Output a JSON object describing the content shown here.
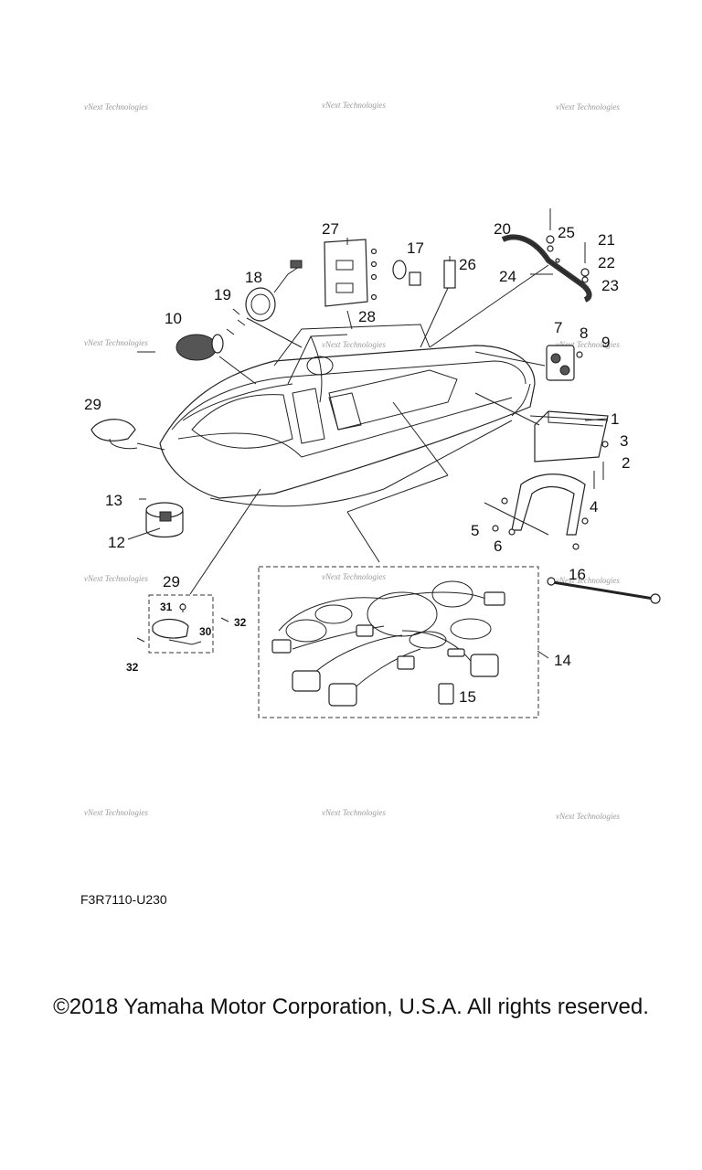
{
  "watermark_text": "vNext Technologies",
  "drawing_code": "F3R7110-U230",
  "copyright": "©2018 Yamaha Motor Corporation, U.S.A. All rights reserved.",
  "callouts": [
    "1",
    "2",
    "3",
    "4",
    "5",
    "6",
    "7",
    "8",
    "9",
    "10",
    "12",
    "13",
    "14",
    "15",
    "16",
    "17",
    "18",
    "19",
    "20",
    "21",
    "22",
    "23",
    "24",
    "25",
    "26",
    "27",
    "28",
    "29",
    "29",
    "30",
    "31",
    "32",
    "32"
  ]
}
